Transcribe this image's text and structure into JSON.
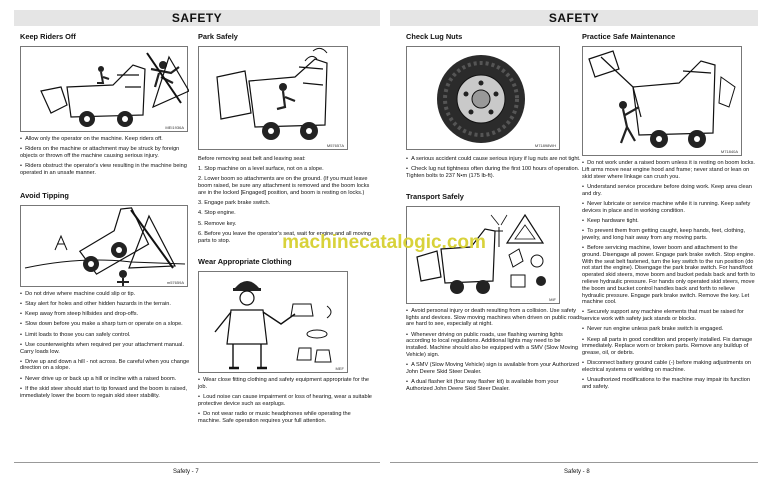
{
  "watermark": "machinecatalogic.com",
  "left_page": {
    "banner": "SAFETY",
    "footer": "Safety - 7",
    "col1": {
      "heading1": "Keep Riders Off",
      "fig1_code": "MEI1936A",
      "paras1": [
        "Allow only the operator on the machine. Keep riders off.",
        "Riders on the machine or attachment may be struck by foreign objects or thrown off the machine causing serious injury.",
        "Riders obstruct the operator's view resulting in the machine being operated in an unsafe manner."
      ],
      "heading2": "Avoid Tipping",
      "fig2_code": "m57659A",
      "paras2": [
        "Do not drive where machine could slip or tip.",
        "Stay alert for holes and other hidden hazards in the terrain.",
        "Keep away from steep hillsides and drop-offs.",
        "Slow down before you make a sharp turn or operate on a slope.",
        "Limit loads to those you can safely control.",
        "Use counterweights when required per your attachment manual. Carry loads low.",
        "Drive up and down a hill - not across. Be careful when you change direction on a slope.",
        "Never drive up or back up a hill or incline with a raised boom.",
        "If the skid steer should start to tip forward and the boom is raised, immediately lower the boom to regain skid steer stability."
      ]
    },
    "col2": {
      "heading1": "Park Safely",
      "fig1_code": "M57657A",
      "intro": "Before removing seat belt and leaving seat:",
      "steps": [
        "1. Stop machine on a level surface, not on a slope.",
        "2. Lower boom so attachments are on the ground. (If you must leave boom raised, be sure any attachment is removed and the boom locks are in the locked [Engaged] position, and boom is resting on locks.)",
        "3. Engage park brake switch.",
        "4. Stop engine.",
        "5. Remove key.",
        "6. Before you leave the operator's seat, wait for engine and all moving parts to stop."
      ],
      "heading2": "Wear Appropriate Clothing",
      "fig2_code": "MEF",
      "paras2": [
        "Wear close fitting clothing and safety equipment appropriate for the job.",
        "Loud noise can cause impairment or loss of hearing, wear a suitable protective device such as earplugs.",
        "Do not wear radio or music headphones while operating the machine. Safe operation requires your full attention."
      ]
    }
  },
  "right_page": {
    "banner": "SAFETY",
    "footer": "Safety - 8",
    "col1": {
      "heading1": "Check Lug Nuts",
      "fig1_code": "M71898WH",
      "paras1": [
        "A serious accident could cause serious injury if lug nuts are not tight.",
        "Check lug nut tightness often during the first 100 hours of operation. Tighten bolts to 237 N•m (175 lb-ft)."
      ],
      "heading2": "Transport Safely",
      "fig2_code": "MIF",
      "paras2": [
        "Avoid personal injury or death resulting from a collision. Use safety lights and devices. Slow moving machines when driven on public roads are hard to see, especially at night.",
        "Whenever driving on public roads, use flashing warning lights according to local regulations. Additional lights may need to be installed. Machine should also be equipped with a SMV (Slow Moving Vehicle) sign.",
        "A SMV (Slow Moving Vehicle) sign is available from your Authorized John Deere Skid Steer Dealer.",
        "A dual flasher kit (four way flasher kit) is available from your Authorized John Deere Skid Steer Dealer."
      ]
    },
    "col2": {
      "heading1": "Practice Safe Maintenance",
      "fig1_code": "M71840A",
      "paras1": [
        "Do not work under a raised boom unless it is resting on boom locks. Lift arms move near engine hood and frame; never stand or lean on skid steer where linkage can crush you.",
        "Understand service procedure before doing work. Keep area clean and dry.",
        "Never lubricate or service machine while it is running. Keep safety devices in place and in working condition.",
        "Keep hardware tight.",
        "To prevent them from getting caught, keep hands, feet, clothing, jewelry, and long hair away from any moving parts.",
        "Before servicing machine, lower boom and attachment to the ground. Disengage all power. Engage park brake switch. Stop engine. With the seat belt fastened, turn the key switch to the run position (do not start the engine). Disengage the park brake switch. For hand/foot operated skid steers, move boom and bucket pedals back and forth to relieve hydraulic pressure. For hands only operated skid steers, move the boom and bucket control handles back and forth to relieve hydraulic pressure. Engage park brake switch. Remove the key. Let machine cool.",
        "Securely support any machine elements that must be raised for service work with safety jack stands or blocks.",
        "Never run engine unless park brake switch is engaged.",
        "Keep all parts in good condition and properly installed. Fix damage immediately. Replace worn or broken parts. Remove any buildup of grease, oil, or debris.",
        "Disconnect battery ground cable (-) before making adjustments on electrical systems or welding on machine.",
        "Unauthorized modifications to the machine may impair its function and safety."
      ]
    }
  }
}
